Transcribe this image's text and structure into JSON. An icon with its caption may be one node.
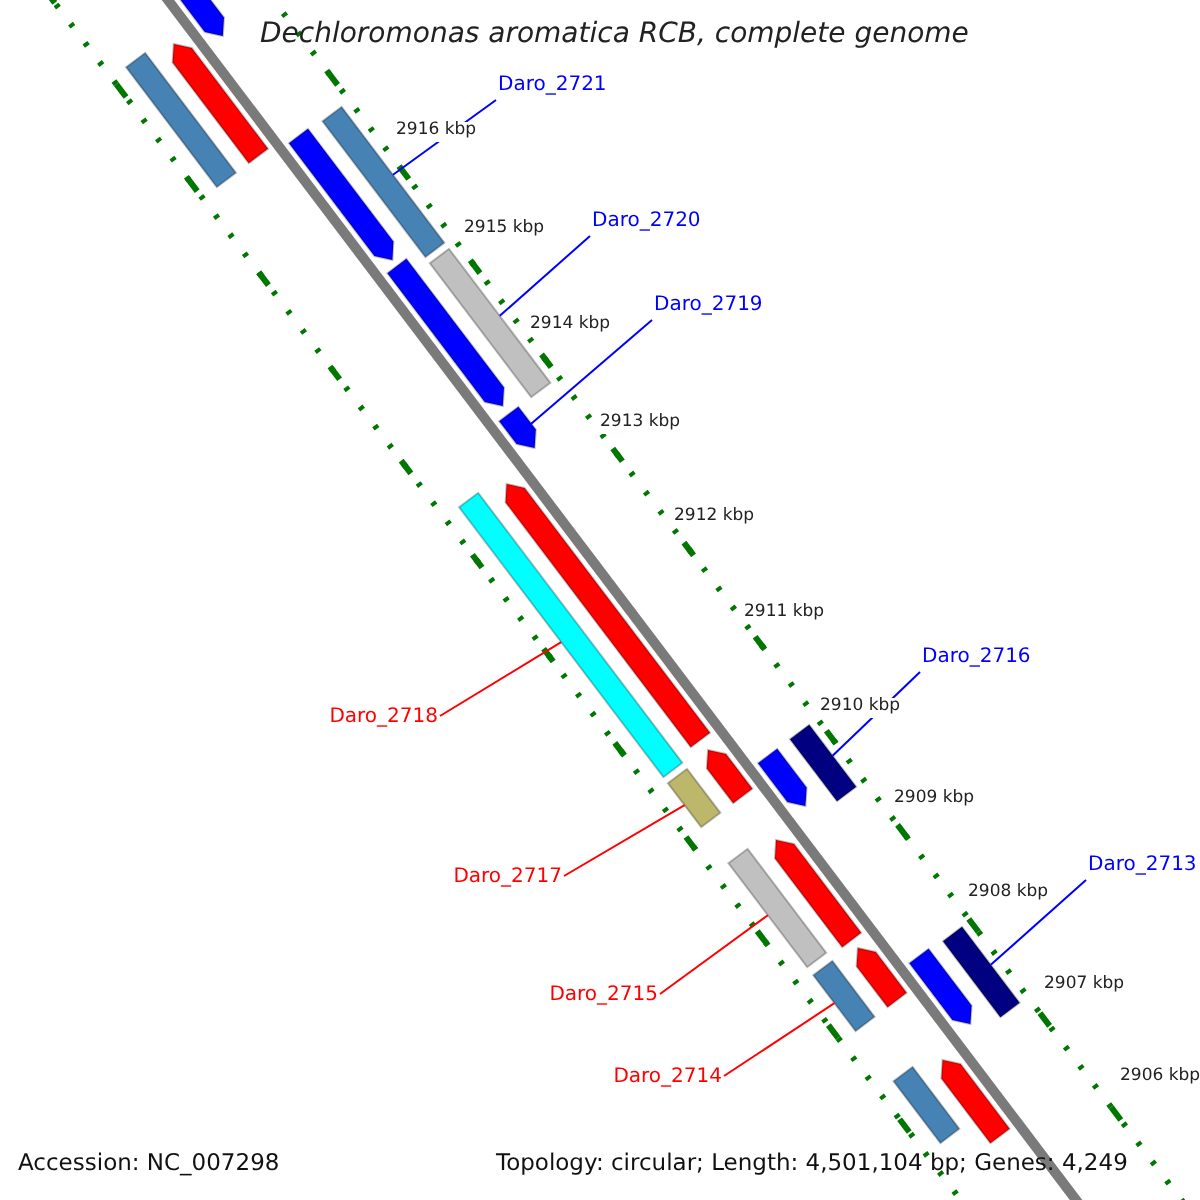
{
  "diagram": {
    "title": "Dechloromonas aromatica RCB, complete genome",
    "nodes": [
      {
        "text": [
          "Daro_2721"
        ]
      },
      {
        "text": [
          "Daro_2720"
        ]
      },
      {
        "text": [
          "Daro_2719"
        ]
      },
      {
        "text": [
          "Daro_2716"
        ]
      },
      {
        "text": [
          "Daro_2718"
        ]
      },
      {
        "text": [
          "Daro_2713"
        ]
      },
      {
        "text": [
          "Daro_2717"
        ]
      },
      {
        "text": [
          "Daro_2715"
        ]
      },
      {
        "text": [
          "Daro_2714"
        ]
      },
      {
        "text": [],
        "shape": "arrow"
      },
      {
        "text": [],
        "shape": "arrow"
      },
      {
        "text": [],
        "shape": "bar"
      },
      {
        "text": [],
        "shape": "bar"
      },
      {
        "text": [],
        "shape": "arrow"
      },
      {
        "text": [],
        "shape": "bar"
      },
      {
        "text": [],
        "shape": "arrow"
      },
      {
        "text": [],
        "shape": "arrow"
      },
      {
        "text": [],
        "shape": "arrow"
      },
      {
        "text": [],
        "shape": "bar"
      },
      {
        "text": [],
        "shape": "bar"
      },
      {
        "text": [],
        "shape": "arrow"
      },
      {
        "text": [],
        "shape": "arrow"
      },
      {
        "text": [],
        "shape": "bar"
      },
      {
        "text": [],
        "shape": "arrow"
      },
      {
        "text": [],
        "shape": "bar"
      },
      {
        "text": [],
        "shape": "bar"
      },
      {
        "text": [],
        "shape": "arrow"
      },
      {
        "text": [],
        "shape": "arrow"
      },
      {
        "text": [],
        "shape": "bar"
      },
      {
        "text": [],
        "shape": "arrow"
      },
      {
        "text": [],
        "shape": "bar"
      }
    ],
    "edges": [
      {
        "from": 0,
        "to": 12,
        "arrow": "none"
      },
      {
        "from": 1,
        "to": 14,
        "arrow": "none"
      },
      {
        "from": 2,
        "to": 16,
        "arrow": "none"
      },
      {
        "from": 3,
        "to": 19,
        "arrow": "none"
      },
      {
        "from": 4,
        "to": 18,
        "arrow": "none",
        "color": "#ff0000"
      },
      {
        "from": 5,
        "to": 25,
        "arrow": "none"
      },
      {
        "from": 6,
        "to": 22,
        "arrow": "none",
        "color": "#ff0000"
      },
      {
        "from": 7,
        "to": 24,
        "arrow": "none",
        "color": "#ff0000"
      },
      {
        "from": 8,
        "to": 28,
        "arrow": "none",
        "color": "#ff0000"
      }
    ],
    "labels": [
      "2916 kbp",
      "2915 kbp",
      "2914 kbp",
      "2913 kbp",
      "2912 kbp",
      "2911 kbp",
      "2910 kbp",
      "2909 kbp",
      "2908 kbp",
      "2907 kbp",
      "2906 kbp",
      "Accession: NC_007298",
      "Topology: circular; Length: 4,501,104 bp; Genes: 4,249"
    ]
  }
}
